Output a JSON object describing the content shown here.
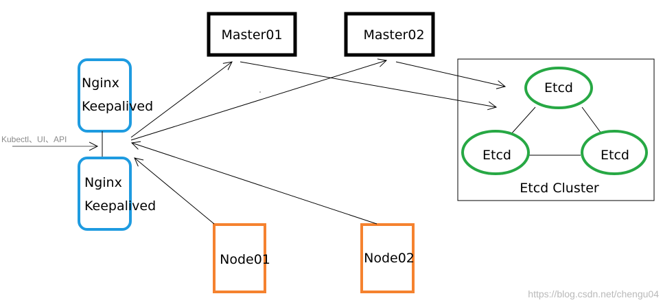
{
  "nodes": {
    "master01": "Master01",
    "master02": "Master02",
    "lb_top": {
      "line1": "Nginx",
      "line2": "Keepalived"
    },
    "lb_bottom": {
      "line1": "Nginx",
      "line2": "Keepalived"
    },
    "node01": "Node01",
    "node02": "Node02",
    "etcd_top": "Etcd",
    "etcd_left": "Etcd",
    "etcd_right": "Etcd",
    "etcd_cluster_label": "Etcd Cluster"
  },
  "entry_label": "Kubectl、UI、API",
  "watermark": "https://blog.csdn.net/chengu04",
  "colors": {
    "master_border": "#000000",
    "lb_border": "#1e9be0",
    "node_border": "#f5822f",
    "etcd_border": "#27a844",
    "cluster_border": "#000000",
    "arrow": "#000000"
  }
}
